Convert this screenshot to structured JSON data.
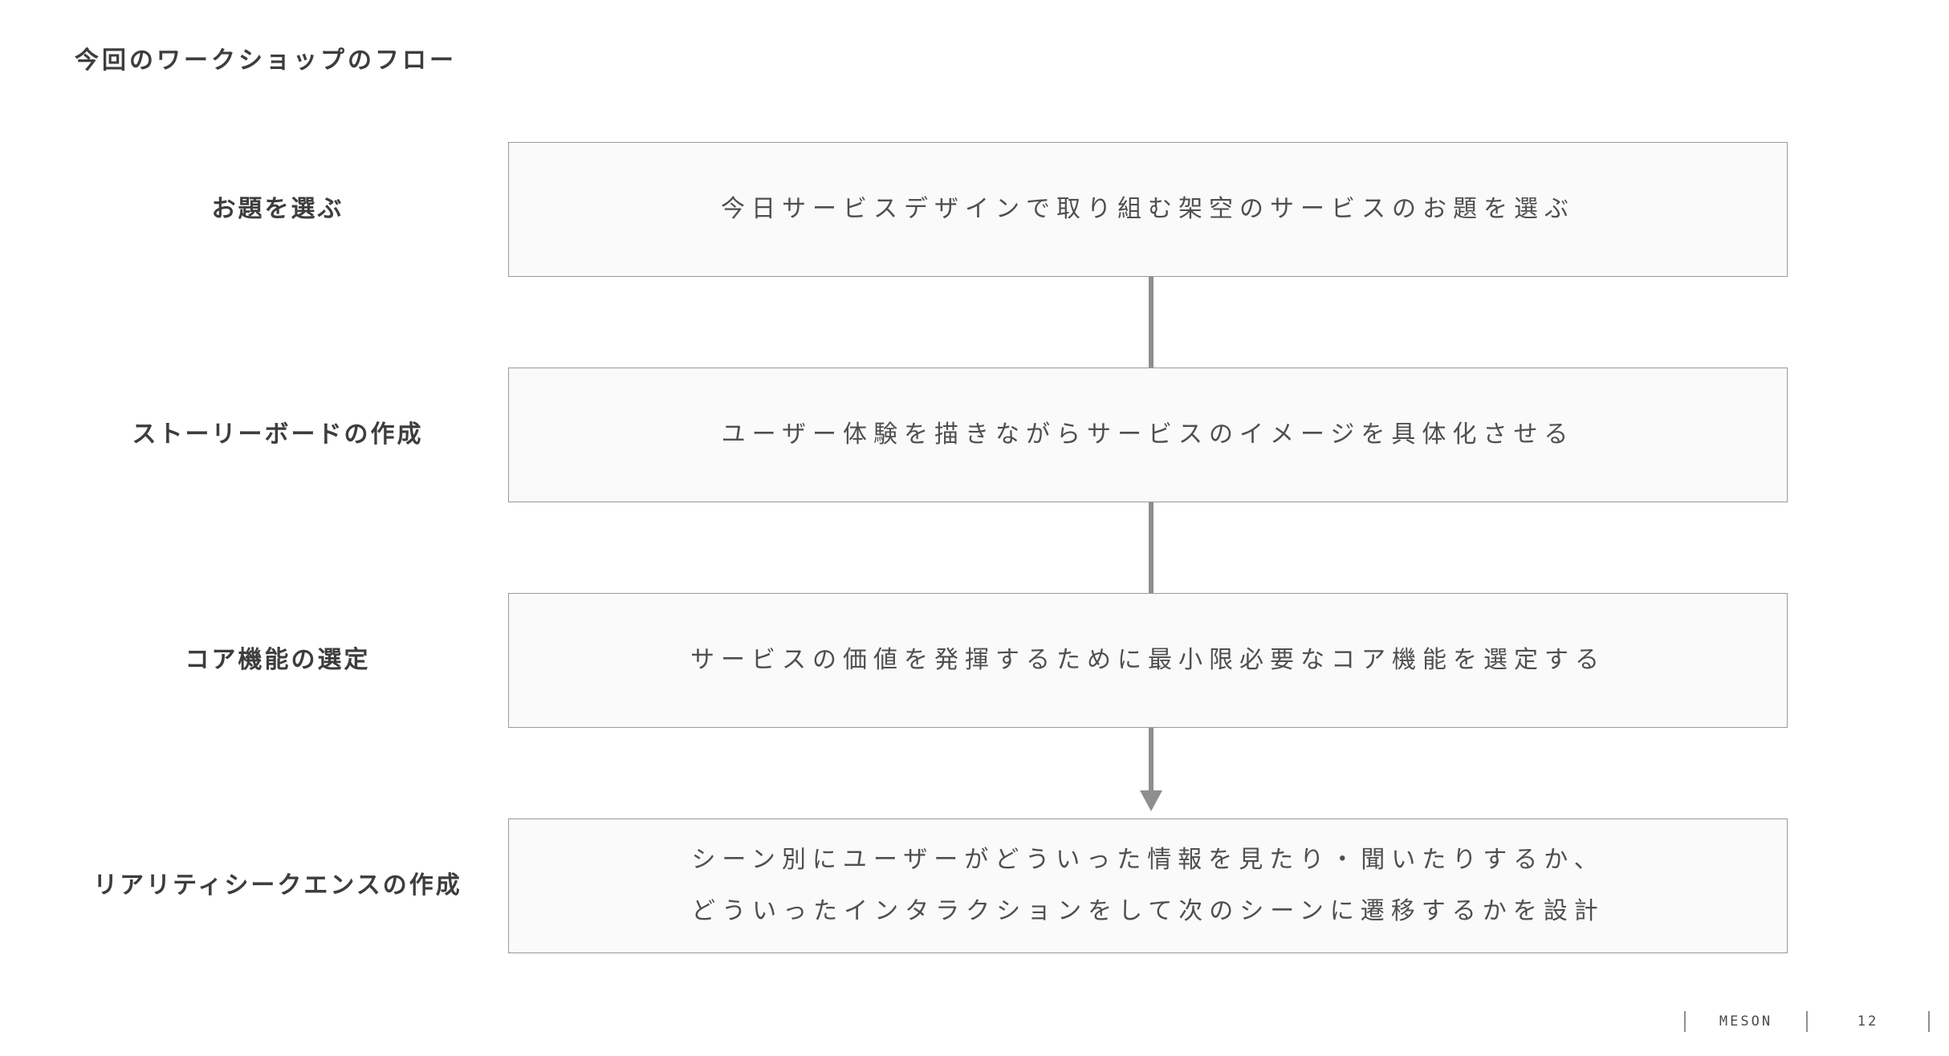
{
  "slide": {
    "title": "今回のワークショップのフロー",
    "steps": [
      {
        "label": "お題を選ぶ",
        "lines": [
          "今日サービスデザインで取り組む架空のサービスのお題を選ぶ"
        ]
      },
      {
        "label": "ストーリーボードの作成",
        "lines": [
          "ユーザー体験を描きながらサービスのイメージを具体化させる"
        ]
      },
      {
        "label": "コア機能の選定",
        "lines": [
          "サービスの価値を発揮するために最小限必要なコア機能を選定する"
        ]
      },
      {
        "label": "リアリティシークエンスの作成",
        "lines": [
          "シーン別にユーザーがどういった情報を見たり・聞いたりするか、",
          "どういったインタラクションをして次のシーンに遷移するかを設計"
        ]
      }
    ],
    "footer": {
      "brand": "MESON",
      "page_number": "12"
    },
    "colors": {
      "background": "#ffffff",
      "box_fill": "#fafafa",
      "box_border": "#9a9a9a",
      "connector": "#8e8e8e",
      "heading_text": "#3d3d3d",
      "box_text": "#4f4f4f",
      "footer_text": "#4a4a4a"
    }
  }
}
